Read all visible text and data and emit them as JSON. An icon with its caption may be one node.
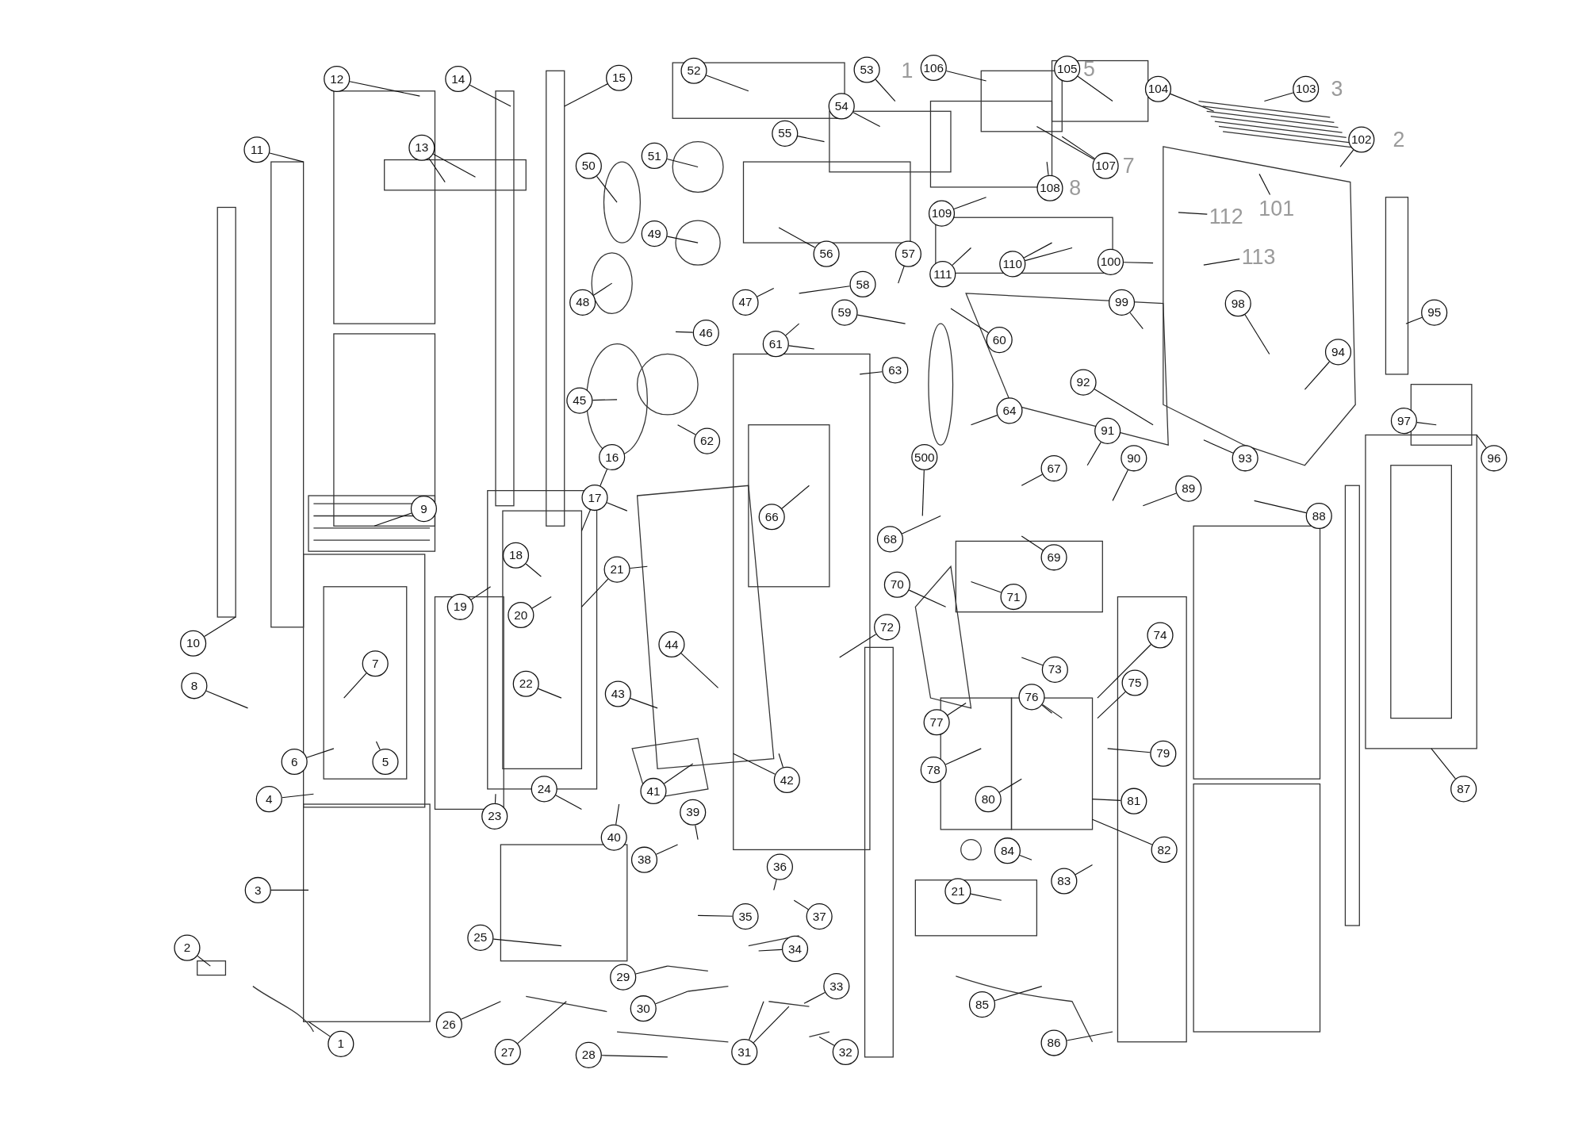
{
  "diagram": {
    "nodes": [
      {
        "text": [
          "1"
        ]
      },
      {
        "text": [
          "2"
        ]
      },
      {
        "text": [
          "3"
        ]
      },
      {
        "text": [
          "4"
        ]
      },
      {
        "text": [
          "5"
        ]
      },
      {
        "text": [
          "6"
        ]
      },
      {
        "text": [
          "7"
        ]
      },
      {
        "text": [
          "8"
        ]
      },
      {
        "text": [
          "9"
        ]
      },
      {
        "text": [
          "10"
        ]
      },
      {
        "text": [
          "11"
        ]
      },
      {
        "text": [
          "12"
        ]
      },
      {
        "text": [
          "13"
        ]
      },
      {
        "text": [
          "14"
        ]
      },
      {
        "text": [
          "15"
        ]
      },
      {
        "text": [
          "16"
        ]
      },
      {
        "text": [
          "17"
        ]
      },
      {
        "text": [
          "18"
        ]
      },
      {
        "text": [
          "19"
        ]
      },
      {
        "text": [
          "20"
        ]
      },
      {
        "text": [
          "21"
        ]
      },
      {
        "text": [
          "22"
        ]
      },
      {
        "text": [
          "23"
        ]
      },
      {
        "text": [
          "24"
        ]
      },
      {
        "text": [
          "25"
        ]
      },
      {
        "text": [
          "26"
        ]
      },
      {
        "text": [
          "27"
        ]
      },
      {
        "text": [
          "28"
        ]
      },
      {
        "text": [
          "29"
        ]
      },
      {
        "text": [
          "30"
        ]
      },
      {
        "text": [
          "31"
        ]
      },
      {
        "text": [
          "32"
        ]
      },
      {
        "text": [
          "33"
        ]
      },
      {
        "text": [
          "34"
        ]
      },
      {
        "text": [
          "35"
        ]
      },
      {
        "text": [
          "36"
        ]
      },
      {
        "text": [
          "37"
        ]
      },
      {
        "text": [
          "38"
        ]
      },
      {
        "text": [
          "39"
        ]
      },
      {
        "text": [
          "40"
        ]
      },
      {
        "text": [
          "41"
        ]
      },
      {
        "text": [
          "42"
        ]
      },
      {
        "text": [
          "43"
        ]
      },
      {
        "text": [
          "44"
        ]
      },
      {
        "text": [
          "45"
        ]
      },
      {
        "text": [
          "46"
        ]
      },
      {
        "text": [
          "47"
        ]
      },
      {
        "text": [
          "48"
        ]
      },
      {
        "text": [
          "49"
        ]
      },
      {
        "text": [
          "50"
        ]
      },
      {
        "text": [
          "51"
        ]
      },
      {
        "text": [
          "52"
        ]
      },
      {
        "text": [
          "53"
        ]
      },
      {
        "text": [
          "54"
        ]
      },
      {
        "text": [
          "55"
        ]
      },
      {
        "text": [
          "56"
        ]
      },
      {
        "text": [
          "57"
        ]
      },
      {
        "text": [
          "58"
        ]
      },
      {
        "text": [
          "59"
        ]
      },
      {
        "text": [
          "60"
        ]
      },
      {
        "text": [
          "61"
        ]
      },
      {
        "text": [
          "62"
        ]
      },
      {
        "text": [
          "63"
        ]
      },
      {
        "text": [
          "64"
        ]
      },
      {
        "text": [
          "66"
        ]
      },
      {
        "text": [
          "67"
        ]
      },
      {
        "text": [
          "68"
        ]
      },
      {
        "text": [
          "69"
        ]
      },
      {
        "text": [
          "70"
        ]
      },
      {
        "text": [
          "71"
        ]
      },
      {
        "text": [
          "72"
        ]
      },
      {
        "text": [
          "73"
        ]
      },
      {
        "text": [
          "74"
        ]
      },
      {
        "text": [
          "75"
        ]
      },
      {
        "text": [
          "76"
        ]
      },
      {
        "text": [
          "77"
        ]
      },
      {
        "text": [
          "78"
        ]
      },
      {
        "text": [
          "79"
        ]
      },
      {
        "text": [
          "80"
        ]
      },
      {
        "text": [
          "81"
        ]
      },
      {
        "text": [
          "82"
        ]
      },
      {
        "text": [
          "83"
        ]
      },
      {
        "text": [
          "84"
        ]
      },
      {
        "text": [
          "85"
        ]
      },
      {
        "text": [
          "86"
        ]
      },
      {
        "text": [
          "87"
        ]
      },
      {
        "text": [
          "88"
        ]
      },
      {
        "text": [
          "89"
        ]
      },
      {
        "text": [
          "90"
        ]
      },
      {
        "text": [
          "91"
        ]
      },
      {
        "text": [
          "92"
        ]
      },
      {
        "text": [
          "93"
        ]
      },
      {
        "text": [
          "94"
        ]
      },
      {
        "text": [
          "95"
        ]
      },
      {
        "text": [
          "96"
        ]
      },
      {
        "text": [
          "97"
        ]
      },
      {
        "text": [
          "98"
        ]
      },
      {
        "text": [
          "99"
        ]
      },
      {
        "text": [
          "100"
        ]
      },
      {
        "text": [
          "101"
        ]
      },
      {
        "text": [
          "102"
        ],
        "beside": [
          "2"
        ]
      },
      {
        "text": [
          "103"
        ],
        "beside": [
          "3"
        ]
      },
      {
        "text": [
          "104"
        ]
      },
      {
        "text": [
          "105"
        ],
        "beside": [
          "5"
        ]
      },
      {
        "text": [
          "106"
        ]
      },
      {
        "text": [
          "107"
        ],
        "beside": [
          "7"
        ]
      },
      {
        "text": [
          "108"
        ],
        "beside": [
          "8"
        ]
      },
      {
        "text": [
          "109"
        ]
      },
      {
        "text": [
          "110"
        ]
      },
      {
        "text": [
          "111"
        ]
      },
      {
        "text": [
          "112"
        ]
      },
      {
        "text": [
          "113"
        ]
      },
      {
        "text": [
          "500"
        ]
      },
      {
        "text": [
          "21"
        ]
      }
    ],
    "edges": [
      {
        "from": 0,
        "to": null,
        "arrow": "none"
      },
      {
        "from": 1,
        "to": null,
        "arrow": "none"
      },
      {
        "from": 2,
        "to": null,
        "arrow": "none"
      },
      {
        "from": 3,
        "to": null,
        "arrow": "none"
      },
      {
        "from": 4,
        "to": null,
        "arrow": "none"
      },
      {
        "from": 5,
        "to": null,
        "arrow": "none"
      },
      {
        "from": 6,
        "to": null,
        "arrow": "none"
      },
      {
        "from": 7,
        "to": null,
        "arrow": "none"
      },
      {
        "from": 8,
        "to": null,
        "arrow": "none"
      },
      {
        "from": 9,
        "to": null,
        "arrow": "none"
      },
      {
        "from": 10,
        "to": null,
        "arrow": "none"
      },
      {
        "from": 11,
        "to": null,
        "arrow": "none"
      },
      {
        "from": 12,
        "to": null,
        "arrow": "none"
      },
      {
        "from": 13,
        "to": null,
        "arrow": "none"
      },
      {
        "from": 14,
        "to": null,
        "arrow": "none"
      },
      {
        "from": 15,
        "to": null,
        "arrow": "none"
      },
      {
        "from": 16,
        "to": null,
        "arrow": "none"
      },
      {
        "from": 17,
        "to": null,
        "arrow": "none"
      },
      {
        "from": 18,
        "to": null,
        "arrow": "none"
      },
      {
        "from": 19,
        "to": null,
        "arrow": "none"
      },
      {
        "from": 20,
        "to": null,
        "arrow": "none"
      },
      {
        "from": 21,
        "to": null,
        "arrow": "none"
      },
      {
        "from": 22,
        "to": null,
        "arrow": "none"
      },
      {
        "from": 23,
        "to": null,
        "arrow": "none"
      },
      {
        "from": 24,
        "to": null,
        "arrow": "none"
      },
      {
        "from": 25,
        "to": null,
        "arrow": "none"
      },
      {
        "from": 26,
        "to": null,
        "arrow": "none"
      },
      {
        "from": 27,
        "to": null,
        "arrow": "none"
      },
      {
        "from": 28,
        "to": null,
        "arrow": "none"
      },
      {
        "from": 29,
        "to": null,
        "arrow": "none"
      },
      {
        "from": 30,
        "to": null,
        "arrow": "none"
      },
      {
        "from": 31,
        "to": null,
        "arrow": "none"
      },
      {
        "from": 32,
        "to": null,
        "arrow": "none"
      },
      {
        "from": 33,
        "to": null,
        "arrow": "none"
      },
      {
        "from": 34,
        "to": null,
        "arrow": "none"
      },
      {
        "from": 35,
        "to": null,
        "arrow": "none"
      },
      {
        "from": 36,
        "to": null,
        "arrow": "none"
      },
      {
        "from": 37,
        "to": null,
        "arrow": "none"
      },
      {
        "from": 38,
        "to": null,
        "arrow": "none"
      },
      {
        "from": 39,
        "to": null,
        "arrow": "none"
      },
      {
        "from": 40,
        "to": null,
        "arrow": "none"
      },
      {
        "from": 41,
        "to": null,
        "arrow": "none"
      },
      {
        "from": 42,
        "to": null,
        "arrow": "none"
      },
      {
        "from": 43,
        "to": null,
        "arrow": "none"
      },
      {
        "from": 44,
        "to": null,
        "arrow": "none"
      },
      {
        "from": 45,
        "to": null,
        "arrow": "none"
      },
      {
        "from": 46,
        "to": null,
        "arrow": "none"
      },
      {
        "from": 47,
        "to": null,
        "arrow": "none"
      },
      {
        "from": 48,
        "to": null,
        "arrow": "none"
      },
      {
        "from": 49,
        "to": null,
        "arrow": "none"
      },
      {
        "from": 50,
        "to": null,
        "arrow": "none"
      },
      {
        "from": 51,
        "to": null,
        "arrow": "none"
      },
      {
        "from": 52,
        "to": null,
        "arrow": "none"
      },
      {
        "from": 53,
        "to": null,
        "arrow": "none"
      },
      {
        "from": 54,
        "to": null,
        "arrow": "none"
      },
      {
        "from": 55,
        "to": null,
        "arrow": "none"
      },
      {
        "from": 56,
        "to": null,
        "arrow": "none"
      },
      {
        "from": 57,
        "to": null,
        "arrow": "none"
      },
      {
        "from": 58,
        "to": null,
        "arrow": "none"
      },
      {
        "from": 59,
        "to": null,
        "arrow": "none"
      },
      {
        "from": 60,
        "to": null,
        "arrow": "none"
      },
      {
        "from": 61,
        "to": null,
        "arrow": "none"
      },
      {
        "from": 62,
        "to": null,
        "arrow": "none"
      },
      {
        "from": 63,
        "to": null,
        "arrow": "none"
      },
      {
        "from": 64,
        "to": null,
        "arrow": "none"
      },
      {
        "from": 65,
        "to": null,
        "arrow": "none"
      },
      {
        "from": 66,
        "to": null,
        "arrow": "none"
      },
      {
        "from": 67,
        "to": null,
        "arrow": "none"
      },
      {
        "from": 68,
        "to": null,
        "arrow": "none"
      },
      {
        "from": 69,
        "to": null,
        "arrow": "none"
      },
      {
        "from": 70,
        "to": null,
        "arrow": "none"
      },
      {
        "from": 71,
        "to": null,
        "arrow": "none"
      },
      {
        "from": 72,
        "to": null,
        "arrow": "none"
      },
      {
        "from": 73,
        "to": null,
        "arrow": "none"
      },
      {
        "from": 74,
        "to": null,
        "arrow": "none"
      },
      {
        "from": 75,
        "to": null,
        "arrow": "none"
      },
      {
        "from": 76,
        "to": null,
        "arrow": "none"
      },
      {
        "from": 77,
        "to": null,
        "arrow": "none"
      },
      {
        "from": 78,
        "to": null,
        "arrow": "none"
      },
      {
        "from": 79,
        "to": null,
        "arrow": "none"
      },
      {
        "from": 80,
        "to": null,
        "arrow": "none"
      },
      {
        "from": 81,
        "to": null,
        "arrow": "none"
      },
      {
        "from": 82,
        "to": null,
        "arrow": "none"
      },
      {
        "from": 83,
        "to": null,
        "arrow": "none"
      },
      {
        "from": 84,
        "to": null,
        "arrow": "none"
      },
      {
        "from": 85,
        "to": null,
        "arrow": "none"
      },
      {
        "from": 86,
        "to": null,
        "arrow": "none"
      },
      {
        "from": 87,
        "to": null,
        "arrow": "none"
      },
      {
        "from": 88,
        "to": null,
        "arrow": "none"
      },
      {
        "from": 89,
        "to": null,
        "arrow": "none"
      },
      {
        "from": 90,
        "to": null,
        "arrow": "none"
      },
      {
        "from": 91,
        "to": null,
        "arrow": "none"
      },
      {
        "from": 92,
        "to": null,
        "arrow": "none"
      },
      {
        "from": 93,
        "to": null,
        "arrow": "none"
      },
      {
        "from": 94,
        "to": null,
        "arrow": "none"
      },
      {
        "from": 95,
        "to": null,
        "arrow": "none"
      },
      {
        "from": 96,
        "to": null,
        "arrow": "none"
      },
      {
        "from": 97,
        "to": null,
        "arrow": "none"
      },
      {
        "from": 98,
        "to": null,
        "arrow": "none"
      },
      {
        "from": 99,
        "to": null,
        "arrow": "none"
      },
      {
        "from": 100,
        "to": null,
        "arrow": "none"
      },
      {
        "from": 101,
        "to": null,
        "arrow": "none"
      },
      {
        "from": 102,
        "to": null,
        "arrow": "none"
      },
      {
        "from": 103,
        "to": null,
        "arrow": "none"
      },
      {
        "from": 104,
        "to": null,
        "arrow": "none"
      },
      {
        "from": 105,
        "to": null,
        "arrow": "none"
      },
      {
        "from": 106,
        "to": null,
        "arrow": "none"
      },
      {
        "from": 107,
        "to": null,
        "arrow": "none"
      },
      {
        "from": 108,
        "to": null,
        "arrow": "none"
      },
      {
        "from": 109,
        "to": null,
        "arrow": "none"
      },
      {
        "from": 110,
        "to": null,
        "arrow": "none"
      },
      {
        "from": 111,
        "to": null,
        "arrow": "none"
      },
      {
        "from": 112,
        "to": null,
        "arrow": "none"
      },
      {
        "from": 113,
        "to": null,
        "arrow": "none"
      },
      {
        "from": 12,
        "to": null,
        "arrow": "none"
      },
      {
        "from": 20,
        "to": null,
        "arrow": "none"
      },
      {
        "from": 30,
        "to": null,
        "arrow": "none"
      },
      {
        "from": 41,
        "to": null,
        "arrow": "none"
      },
      {
        "from": 60,
        "to": null,
        "arrow": "none"
      },
      {
        "from": 74,
        "to": null,
        "arrow": "none"
      },
      {
        "from": 108,
        "to": null,
        "arrow": "none"
      },
      {
        "from": 105,
        "to": null,
        "arrow": "none"
      }
    ],
    "labels": [
      "1"
    ]
  }
}
